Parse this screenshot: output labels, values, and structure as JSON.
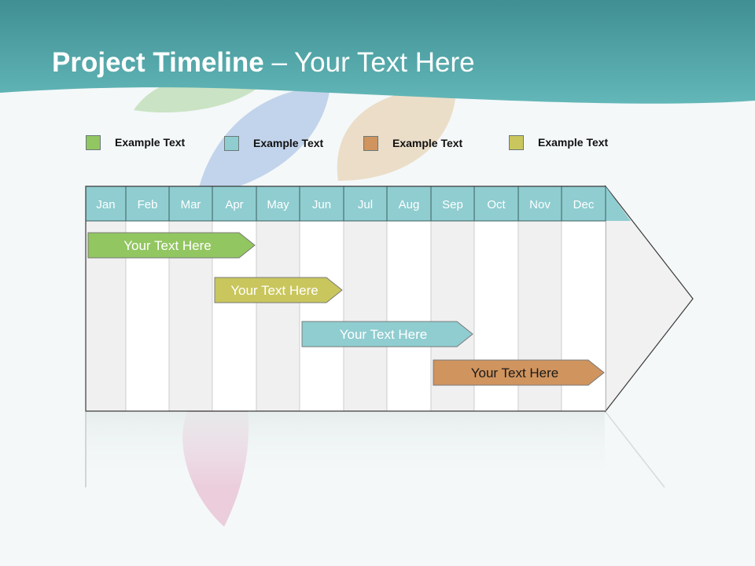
{
  "title": {
    "bold": "Project Timeline",
    "rest": " – Your Text Here"
  },
  "legend": [
    {
      "label": "Example Text",
      "color": "#92c660"
    },
    {
      "label": "Example Text",
      "color": "#8fcdd0"
    },
    {
      "label": "Example Text",
      "color": "#d0945e"
    },
    {
      "label": "Example Text",
      "color": "#c9c65d"
    }
  ],
  "months": [
    "Jan",
    "Feb",
    "Mar",
    "Apr",
    "May",
    "Jun",
    "Jul",
    "Aug",
    "Sep",
    "Oct",
    "Nov",
    "Dec"
  ],
  "tasks": [
    {
      "label": "Your  Text Here",
      "start_month": "Jan",
      "end_month": "Apr",
      "color": "#92c660",
      "text_color": "#ffffff"
    },
    {
      "label": "Your  Text Here",
      "start_month": "Apr",
      "end_month": "Jun",
      "color": "#c9c65d",
      "text_color": "#ffffff"
    },
    {
      "label": "Your  Text Here",
      "start_month": "Jun",
      "end_month": "Sep",
      "color": "#8fcdd0",
      "text_color": "#ffffff"
    },
    {
      "label": "Your  Text Here",
      "start_month": "Sep",
      "end_month": "Dec",
      "color": "#d0945e",
      "text_color": "#1a1a1a"
    }
  ],
  "colors": {
    "header_band": "#5ab0b2",
    "month_header": "#8fcdd0"
  }
}
